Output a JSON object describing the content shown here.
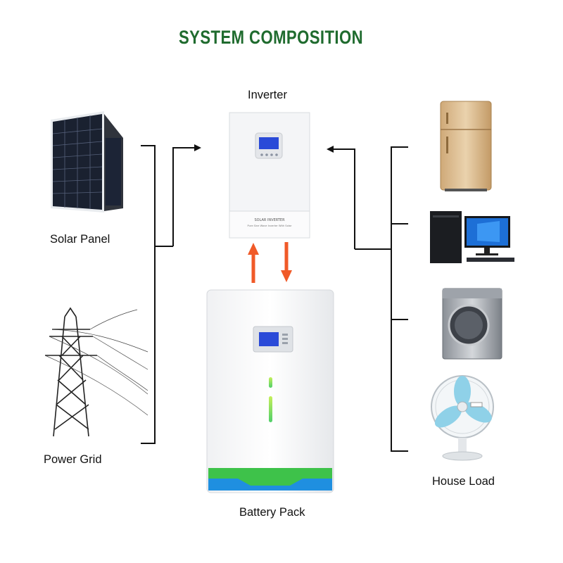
{
  "title": "SYSTEM COMPOSITION",
  "labels": {
    "inverter": "Inverter",
    "solar_panel": "Solar Panel",
    "power_grid": "Power Grid",
    "battery_pack": "Battery Pack",
    "house_load": "House Load"
  },
  "inverter_plate": {
    "brand_line": "SOLAR INVERTER",
    "sub_line": "Pure Sine Wave Inverter With Solar"
  },
  "colors": {
    "title": "#1f6b2e",
    "flow_arrow": "#f05a28",
    "wire": "#111111",
    "lcd": "#2a4ad8",
    "battery_green": "#3ec24a",
    "battery_blue": "#1f8fe0"
  }
}
